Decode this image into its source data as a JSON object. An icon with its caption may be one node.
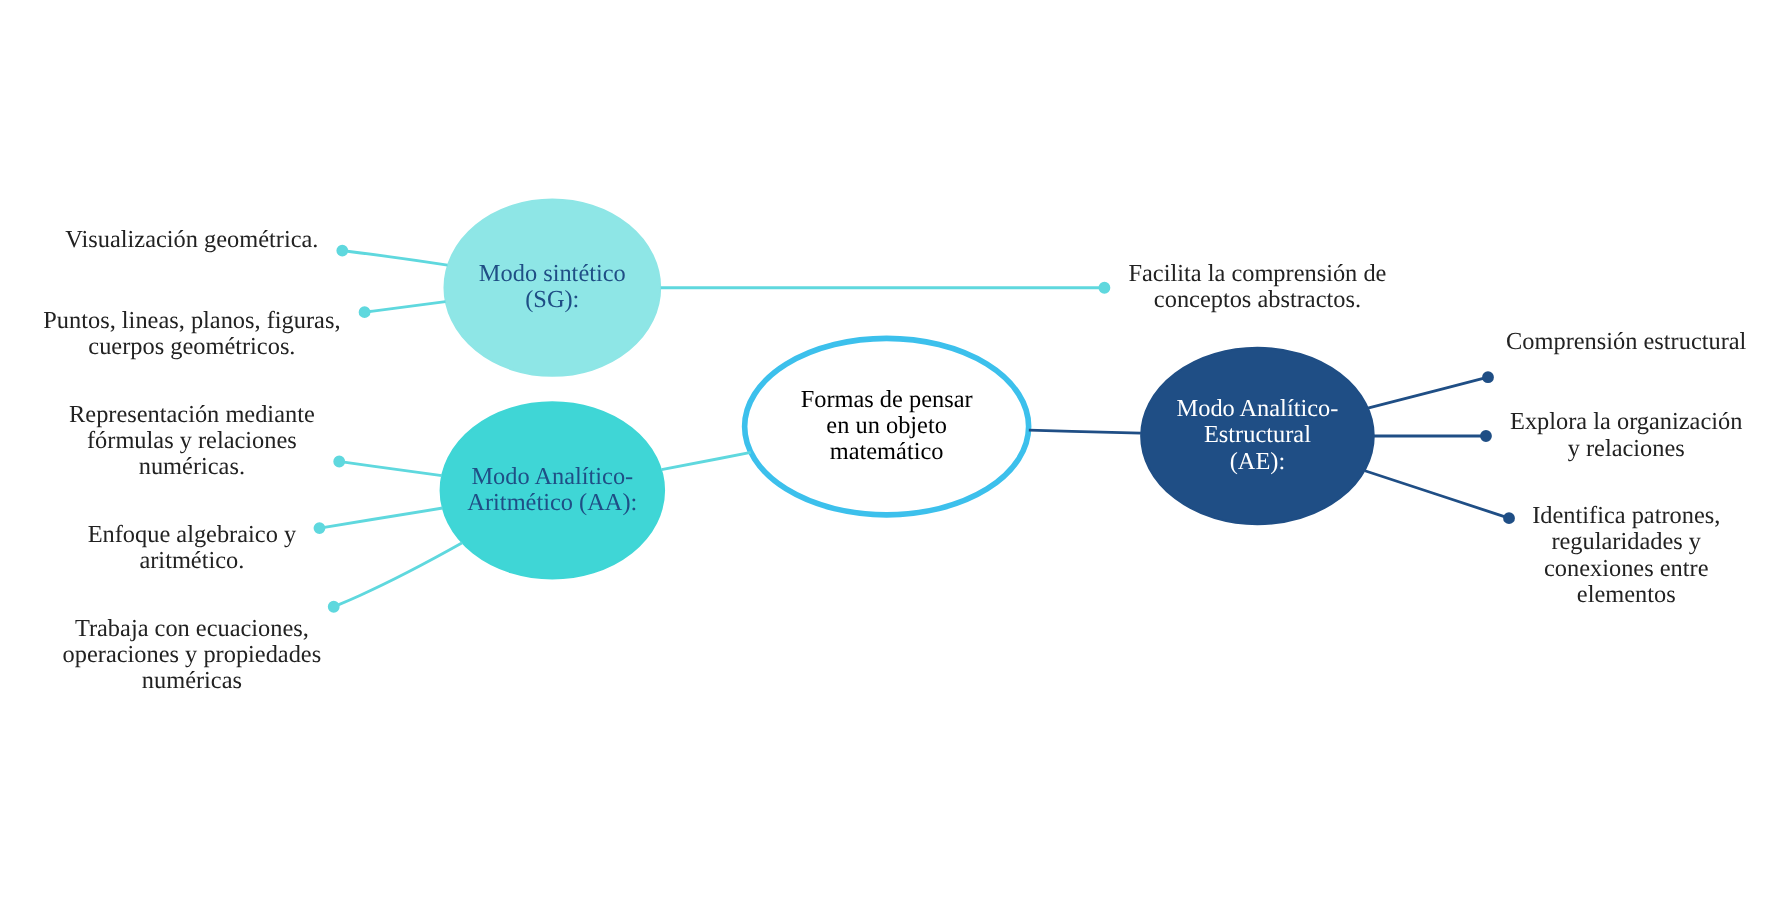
{
  "diagram": {
    "nodes": [
      {
        "text": [
          "Visualización geométrica."
        ]
      },
      {
        "text": [
          "Puntos, lineas, planos, figuras, cuerpos geométricos."
        ]
      },
      {
        "text": [
          "Modo sintético (SG):"
        ]
      },
      {
        "text": [
          "Facilita la comprensión de conceptos abstractos."
        ]
      },
      {
        "text": [
          "Formas de pensar en un objeto matemático"
        ]
      },
      {
        "text": [
          "Representación mediante fórmulas y relaciones numéricas."
        ]
      },
      {
        "text": [
          "Enfoque algebraico y aritmético."
        ]
      },
      {
        "text": [
          "Trabaja con ecuaciones, operaciones y propiedades numéricas"
        ]
      },
      {
        "text": [
          "Modo Analítico-Aritmético (AA):"
        ]
      },
      {
        "text": [
          "Modo Analítico-Estructural (AE):"
        ]
      },
      {
        "text": [
          "Comprensión estructural"
        ]
      },
      {
        "text": [
          "Explora la organización y relaciones"
        ]
      },
      {
        "text": [
          "Identifica patrones, regularidades y conexiones entre elementos"
        ]
      }
    ],
    "edges": [
      {
        "from": 2,
        "to": 0,
        "arrow": "other"
      },
      {
        "from": 2,
        "to": 1,
        "arrow": "other"
      },
      {
        "from": 2,
        "to": 3,
        "arrow": "other"
      },
      {
        "from": 4,
        "to": 8,
        "arrow": "none"
      },
      {
        "from": 4,
        "to": 9,
        "arrow": "none",
        "color": "#1f4e85"
      },
      {
        "from": 8,
        "to": 5,
        "arrow": "other"
      },
      {
        "from": 8,
        "to": 6,
        "arrow": "other"
      },
      {
        "from": 8,
        "to": 7,
        "arrow": "other"
      },
      {
        "from": 9,
        "to": 10,
        "arrow": "other",
        "color": "#1f4e85"
      },
      {
        "from": 9,
        "to": 11,
        "arrow": "other",
        "color": "#1f4e85"
      },
      {
        "from": 9,
        "to": 12,
        "arrow": "other",
        "color": "#1f4e85"
      }
    ]
  }
}
